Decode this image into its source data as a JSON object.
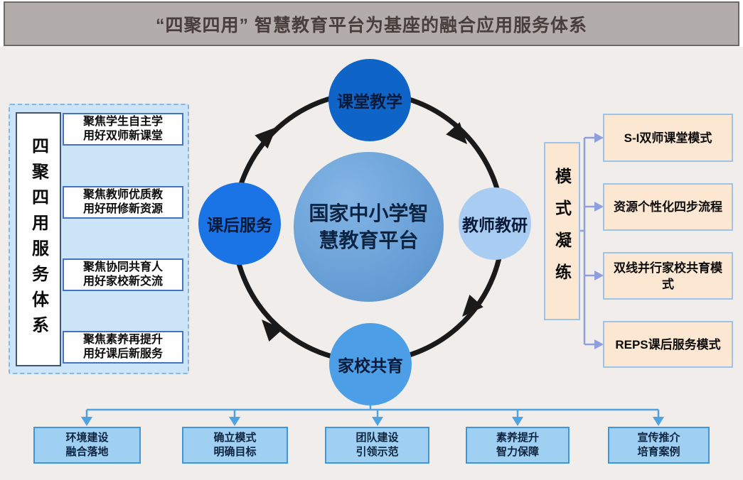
{
  "title": "“四聚四用” 智慧教育平台为基座的融合应用服务体系",
  "left_panel": {
    "label": "四聚四用服务体系",
    "items": [
      {
        "line1": "聚焦学生自主学",
        "line2": "用好双师新课堂"
      },
      {
        "line1": "聚焦教师优质教",
        "line2": "用好研修新资源"
      },
      {
        "line1": "聚焦协同共育人",
        "line2": "用好家校新交流"
      },
      {
        "line1": "聚焦素养再提升",
        "line2": "用好课后新服务"
      }
    ]
  },
  "cycle": {
    "center": {
      "line1": "国家中小学智",
      "line2": "慧教育平台"
    },
    "flow": "clockwise",
    "nodes": [
      {
        "label": "课堂教学",
        "position": "top"
      },
      {
        "label": "教师教研",
        "position": "right"
      },
      {
        "label": "家校共育",
        "position": "bottom"
      },
      {
        "label": "课后服务",
        "position": "left"
      }
    ]
  },
  "right_panel": {
    "label": "模式凝练",
    "items": [
      {
        "text": "S-I双师课堂模式"
      },
      {
        "text": "资源个性化四步流程"
      },
      {
        "text": "双线并行家校共育模式"
      },
      {
        "text": "REPS课后服务模式"
      }
    ]
  },
  "bottom_row": {
    "items": [
      {
        "line1": "环境建设",
        "line2": "融合落地"
      },
      {
        "line1": "确立模式",
        "line2": "明确目标"
      },
      {
        "line1": "团队建设",
        "line2": "引领示范"
      },
      {
        "line1": "素养提升",
        "line2": "智力保障"
      },
      {
        "line1": "宣传推介",
        "line2": "培育案例"
      }
    ]
  },
  "colors": {
    "title_bar_bg": "#b2acaa",
    "main_bg": "#f0edea",
    "left_panel_bg": "#cbe4f8",
    "left_box_border": "#4472c4",
    "circle_top": "#0f64c8",
    "circle_left": "#1b74e6",
    "circle_bottom": "#4c9fe6",
    "circle_right": "#a9cdf2",
    "circle_center_gradient": [
      "#84b5e5",
      "#568fcb"
    ],
    "ring_arrows": "#1a1a1a",
    "right_panel_bg": "#fbe7d2",
    "right_panel_border": "#9dc3e6",
    "right_connector": "#8f9fdd",
    "bottom_box_bg": "#9fd0f2",
    "bottom_box_border": "#3e97dc",
    "bottom_connector": "#4fa3e0"
  }
}
